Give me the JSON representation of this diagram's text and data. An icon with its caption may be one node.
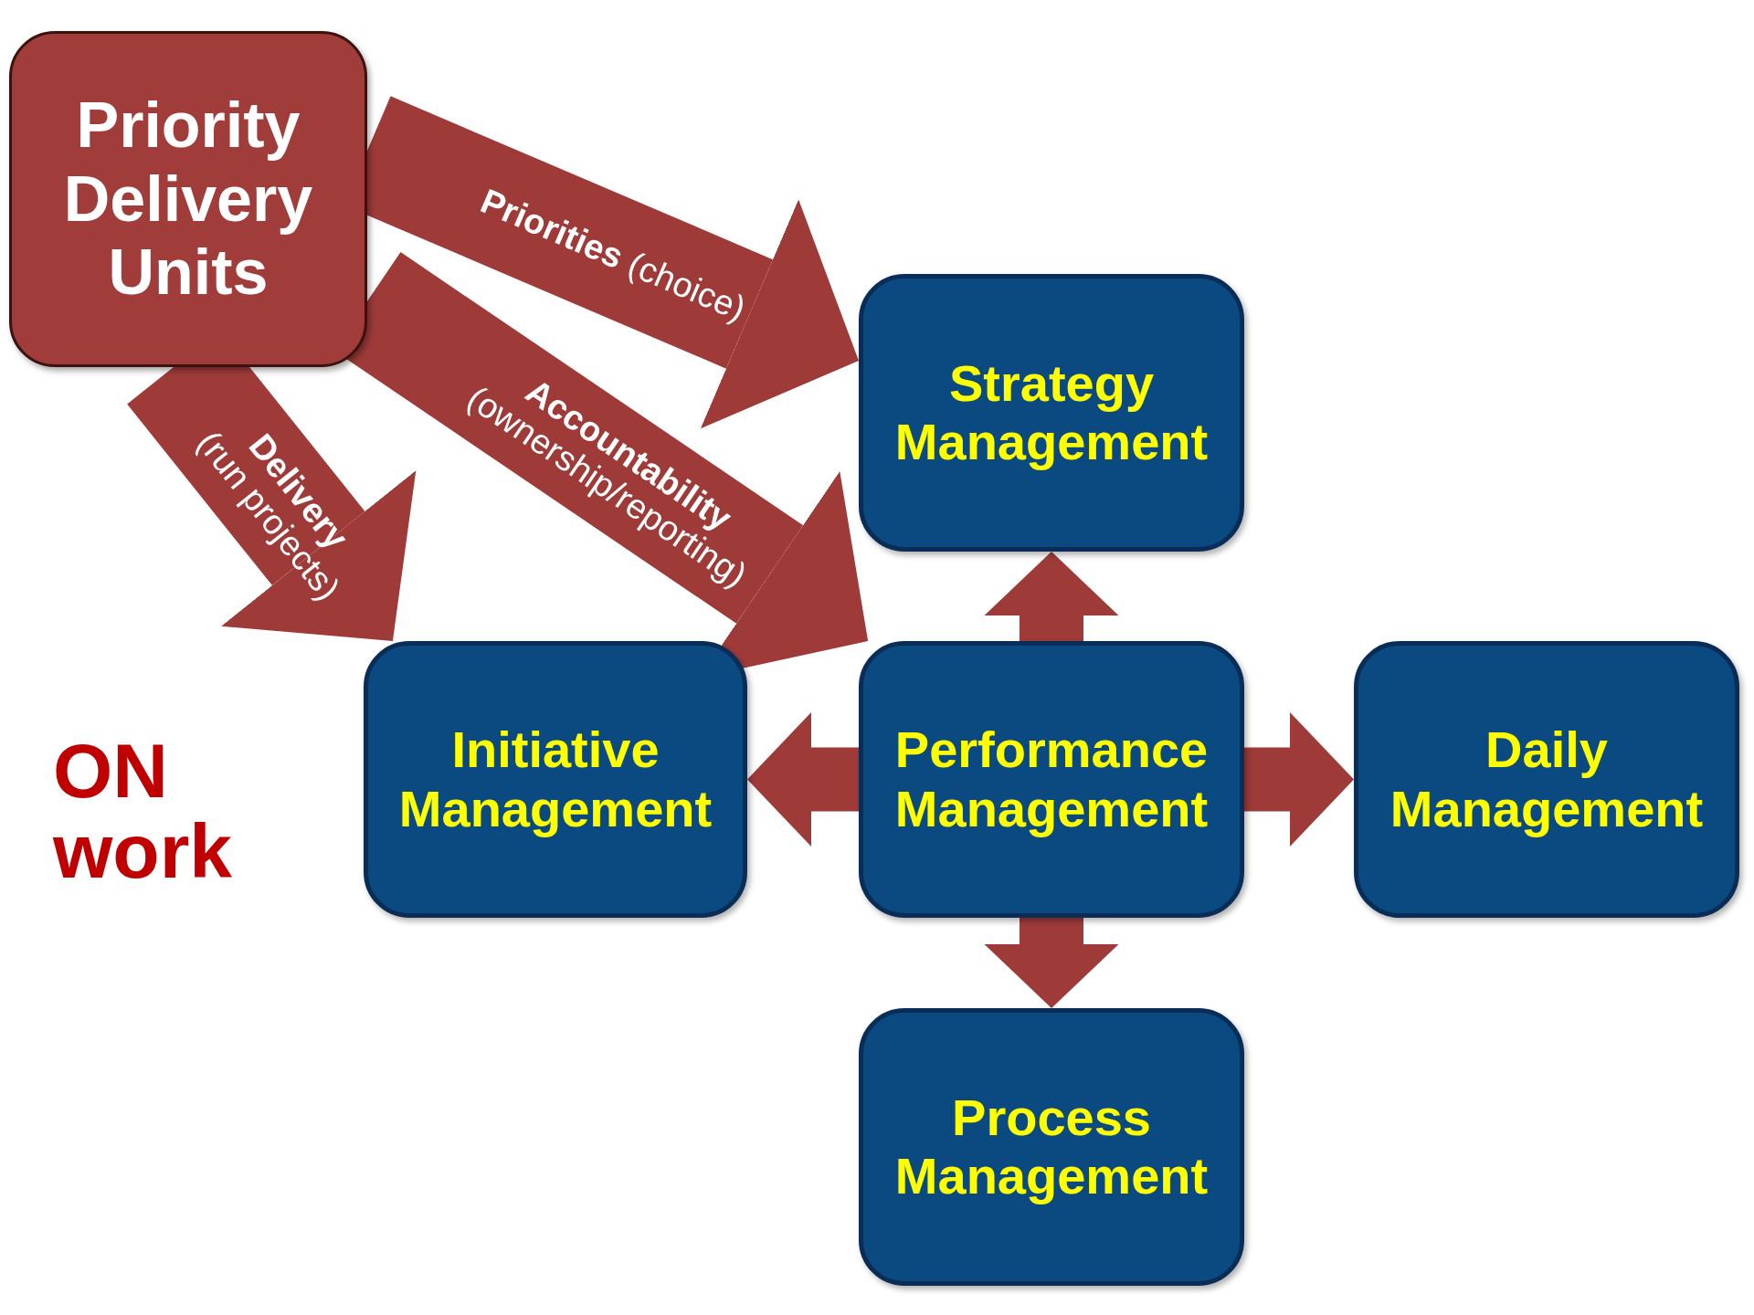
{
  "diagram": {
    "nodes": [
      {
        "text": [
          "Priority Delivery Units"
        ]
      },
      {
        "text": [
          "Strategy Management"
        ]
      },
      {
        "text": [
          "Initiative Management"
        ]
      },
      {
        "text": [
          "Performance Management"
        ]
      },
      {
        "text": [
          "Daily Management"
        ]
      },
      {
        "text": [
          "Process Management"
        ]
      }
    ],
    "edges": [
      {
        "from": 0,
        "to": 1,
        "arrow": "to",
        "label": "**Priorities** (choice)",
        "style": "thick"
      },
      {
        "from": 0,
        "to": 3,
        "arrow": "to",
        "label": "**Accountability** (ownership/reporting)",
        "style": "thick"
      },
      {
        "from": 0,
        "to": 2,
        "arrow": "to",
        "label": "**Delivery** (run projects)",
        "style": "thick"
      },
      {
        "from": 3,
        "to": 1,
        "arrow": "to"
      },
      {
        "from": 3,
        "to": 2,
        "arrow": "to"
      },
      {
        "from": 3,
        "to": 4,
        "arrow": "to"
      },
      {
        "from": 3,
        "to": 5,
        "arrow": "to"
      }
    ],
    "labels": [
      "ON work"
    ]
  }
}
